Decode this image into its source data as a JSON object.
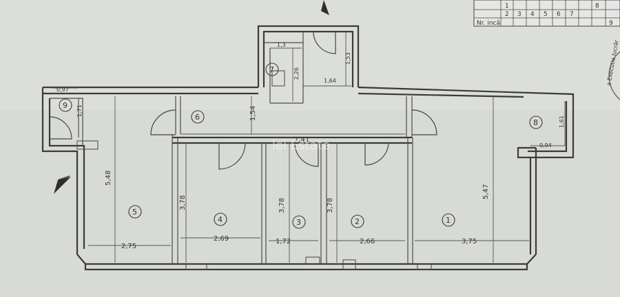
{
  "watermark": "lei Estate",
  "table_header": "Nr. incă",
  "table_numbers": [
    "1",
    "2",
    "3",
    "4",
    "5",
    "6",
    "7",
    "8",
    "9"
  ],
  "corner_stamp": "a Executie lucrăr",
  "rooms": [
    {
      "num": "1",
      "width": "3,75",
      "height": "5,47"
    },
    {
      "num": "2",
      "width": "2,66",
      "height": "3,78"
    },
    {
      "num": "3",
      "width": "1,72",
      "height": "3,78"
    },
    {
      "num": "4",
      "width": "2,69",
      "height": "3,78"
    },
    {
      "num": "5",
      "width": "2,75",
      "height": "5,48"
    },
    {
      "num": "6",
      "width": "7,41",
      "height": "1,54"
    },
    {
      "num": "7",
      "width": "1,3",
      "height": "2,26"
    },
    {
      "num": "8",
      "width": "0,94",
      "height": "1,61"
    },
    {
      "num": "9",
      "width": "0,97",
      "height": "1,71"
    }
  ],
  "extra_dims": {
    "hall_w": "1,64",
    "hall_h": "1,53"
  }
}
